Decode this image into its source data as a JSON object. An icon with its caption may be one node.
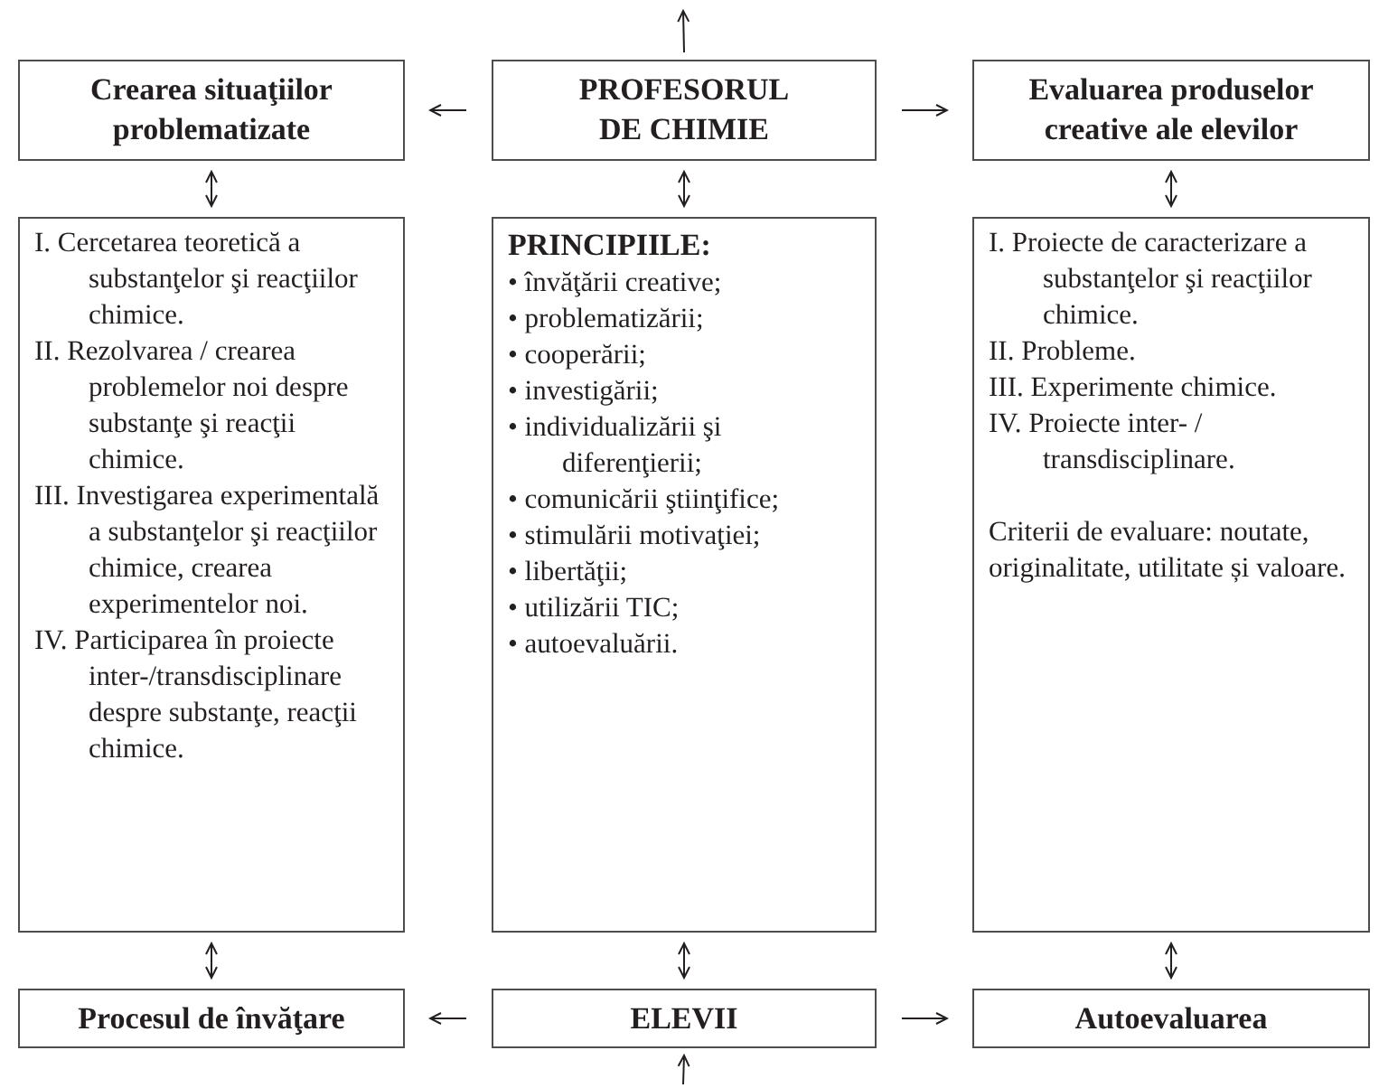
{
  "diagram": {
    "nodes": [
      {
        "text": [
          "Crearea situaţiilor problematizate"
        ]
      },
      {
        "text": [
          "PROFESORUL DE CHIMIE"
        ]
      },
      {
        "text": [
          "Evaluarea produselor creative ale elevilor"
        ]
      },
      {
        "text": [
          "I. Cercetarea teoretică a substanţelor şi reacţiilor chimice.",
          "II. Rezolvarea / crearea problemelor noi despre substanţe şi reacţii chimice.",
          "III. Investigarea experimentală a substanţelor şi reacţiilor chimice, crearea experimentelor noi.",
          "IV. Participarea în proiecte inter-/transdisciplinare despre substanţe, reacţii chimice."
        ]
      },
      {
        "text": [
          "PRINCIPIILE:",
          "• învăţării creative;",
          "• problematizării;",
          "• cooperării;",
          "• investigării;",
          "• individualizării şi diferenţierii;",
          "• comunicării ştiinţifice;",
          "• stimulării motivaţiei;",
          "• libertăţii;",
          "• utilizării TIC;",
          "• autoevaluării."
        ]
      },
      {
        "text": [
          "I. Proiecte de caracterizare a substanţelor şi reacţiilor chimice.",
          "II. Probleme.",
          "III. Experimente chimice.",
          "IV. Proiecte inter- / transdisciplinare.",
          "Criterii de evaluare: noutate, originalitate, utilitate și valoare."
        ]
      },
      {
        "text": [
          "Procesul de învăţare"
        ]
      },
      {
        "text": [
          "ELEVII"
        ]
      },
      {
        "text": [
          "Autoevaluarea"
        ]
      }
    ],
    "edges": [
      {
        "from": 1,
        "to": null,
        "arrow": "to"
      },
      {
        "from": 1,
        "to": 0,
        "arrow": "to"
      },
      {
        "from": 1,
        "to": 2,
        "arrow": "to"
      },
      {
        "from": 0,
        "to": 3,
        "arrow": "both"
      },
      {
        "from": 1,
        "to": 4,
        "arrow": "both"
      },
      {
        "from": 2,
        "to": 5,
        "arrow": "both"
      },
      {
        "from": 3,
        "to": 6,
        "arrow": "both"
      },
      {
        "from": 4,
        "to": 7,
        "arrow": "both"
      },
      {
        "from": 5,
        "to": 8,
        "arrow": "both"
      },
      {
        "from": 7,
        "to": 6,
        "arrow": "to"
      },
      {
        "from": 7,
        "to": 8,
        "arrow": "to"
      },
      {
        "from": null,
        "to": 7,
        "arrow": "to"
      }
    ]
  }
}
